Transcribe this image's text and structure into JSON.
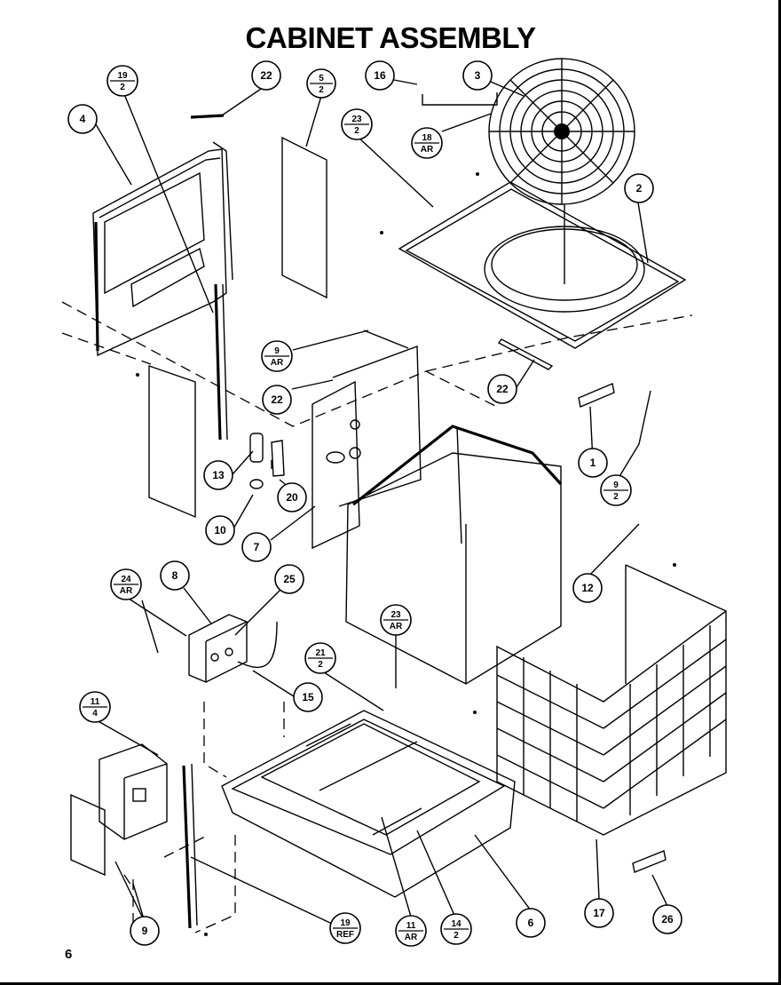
{
  "title": "CABINET ASSEMBLY",
  "page_number": "6",
  "callouts": [
    {
      "id": "c-19-2-top",
      "top": "19",
      "bottom": "2"
    },
    {
      "id": "c-22-top",
      "text": "22"
    },
    {
      "id": "c-5-2",
      "top": "5",
      "bottom": "2"
    },
    {
      "id": "c-16",
      "text": "16"
    },
    {
      "id": "c-3",
      "text": "3"
    },
    {
      "id": "c-4",
      "text": "4"
    },
    {
      "id": "c-23-2",
      "top": "23",
      "bottom": "2"
    },
    {
      "id": "c-18-ar",
      "top": "18",
      "bottom": "AR"
    },
    {
      "id": "c-2",
      "text": "2"
    },
    {
      "id": "c-9-ar",
      "top": "9",
      "bottom": "AR"
    },
    {
      "id": "c-22-mid",
      "text": "22"
    },
    {
      "id": "c-22-right",
      "text": "22"
    },
    {
      "id": "c-13",
      "text": "13"
    },
    {
      "id": "c-1",
      "text": "1"
    },
    {
      "id": "c-9-2",
      "top": "9",
      "bottom": "2"
    },
    {
      "id": "c-20",
      "text": "20"
    },
    {
      "id": "c-10",
      "text": "10"
    },
    {
      "id": "c-7",
      "text": "7"
    },
    {
      "id": "c-12",
      "text": "12"
    },
    {
      "id": "c-24-ar",
      "top": "24",
      "bottom": "AR"
    },
    {
      "id": "c-8",
      "text": "8"
    },
    {
      "id": "c-25",
      "text": "25"
    },
    {
      "id": "c-23-ar",
      "top": "23",
      "bottom": "AR"
    },
    {
      "id": "c-21-2",
      "top": "21",
      "bottom": "2"
    },
    {
      "id": "c-15",
      "text": "15"
    },
    {
      "id": "c-11-4",
      "top": "11",
      "bottom": "4"
    },
    {
      "id": "c-9-bottom",
      "text": "9"
    },
    {
      "id": "c-19-ref",
      "top": "19",
      "bottom": "REF"
    },
    {
      "id": "c-11-ar",
      "top": "11",
      "bottom": "AR"
    },
    {
      "id": "c-14-2",
      "top": "14",
      "bottom": "2"
    },
    {
      "id": "c-6",
      "text": "6"
    },
    {
      "id": "c-17",
      "text": "17"
    },
    {
      "id": "c-26",
      "text": "26"
    }
  ]
}
